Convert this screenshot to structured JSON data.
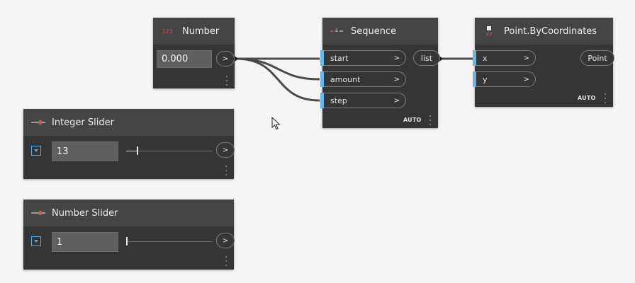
{
  "canvas": {
    "background": "#f5f5f5",
    "wire_color": "#4a4a4a",
    "port_color": "#6ab4e6"
  },
  "nodes": {
    "number": {
      "title": "Number",
      "icon_text": "123",
      "value": "0.000",
      "out_chevron": ">"
    },
    "sequence": {
      "title": "Sequence",
      "inputs": [
        "start",
        "amount",
        "step"
      ],
      "output": "list",
      "chevron": ">",
      "lacing": "AUTO"
    },
    "point": {
      "title": "Point.ByCoordinates",
      "icon_text": "XY",
      "inputs": [
        "x",
        "y"
      ],
      "output": "Point",
      "chevron": ">",
      "lacing": "AUTO"
    },
    "integer_slider": {
      "title": "Integer Slider",
      "value": "13",
      "slider_fraction": 0.13,
      "out_chevron": ">"
    },
    "number_slider": {
      "title": "Number Slider",
      "value": "1",
      "slider_fraction": 0.01,
      "out_chevron": ">"
    }
  }
}
